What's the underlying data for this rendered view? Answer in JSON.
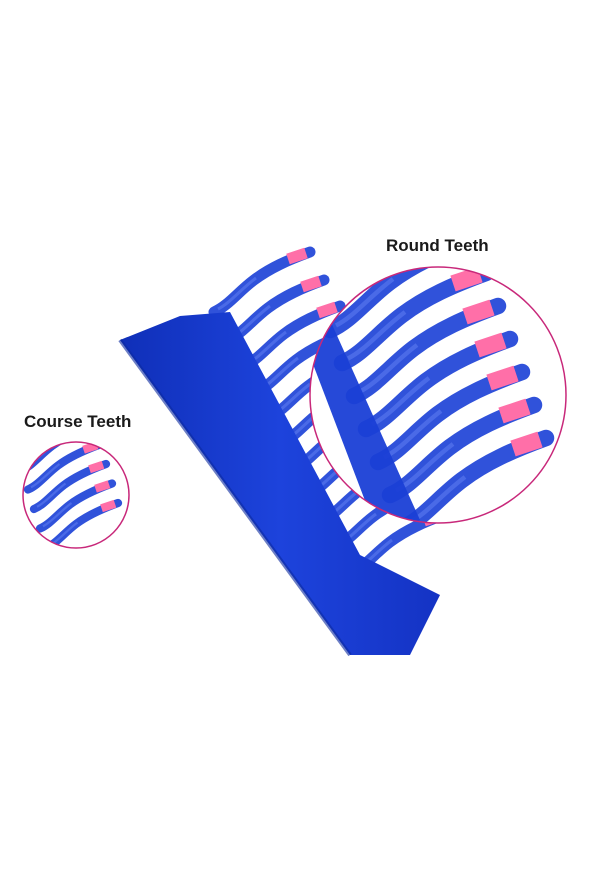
{
  "labels": {
    "round_teeth": "Round Teeth",
    "course_teeth": "Course Teeth"
  },
  "colors": {
    "comb_blue": "#1a3fd6",
    "comb_blue_dark": "#1330b0",
    "tip_pink": "#ff6fa8",
    "circle_outline": "#c8287a",
    "background": "#ffffff"
  },
  "image": {
    "subject": "blue-comb-with-pink-tipped-teeth",
    "callouts": [
      "round-teeth-zoom",
      "course-teeth-zoom"
    ]
  }
}
